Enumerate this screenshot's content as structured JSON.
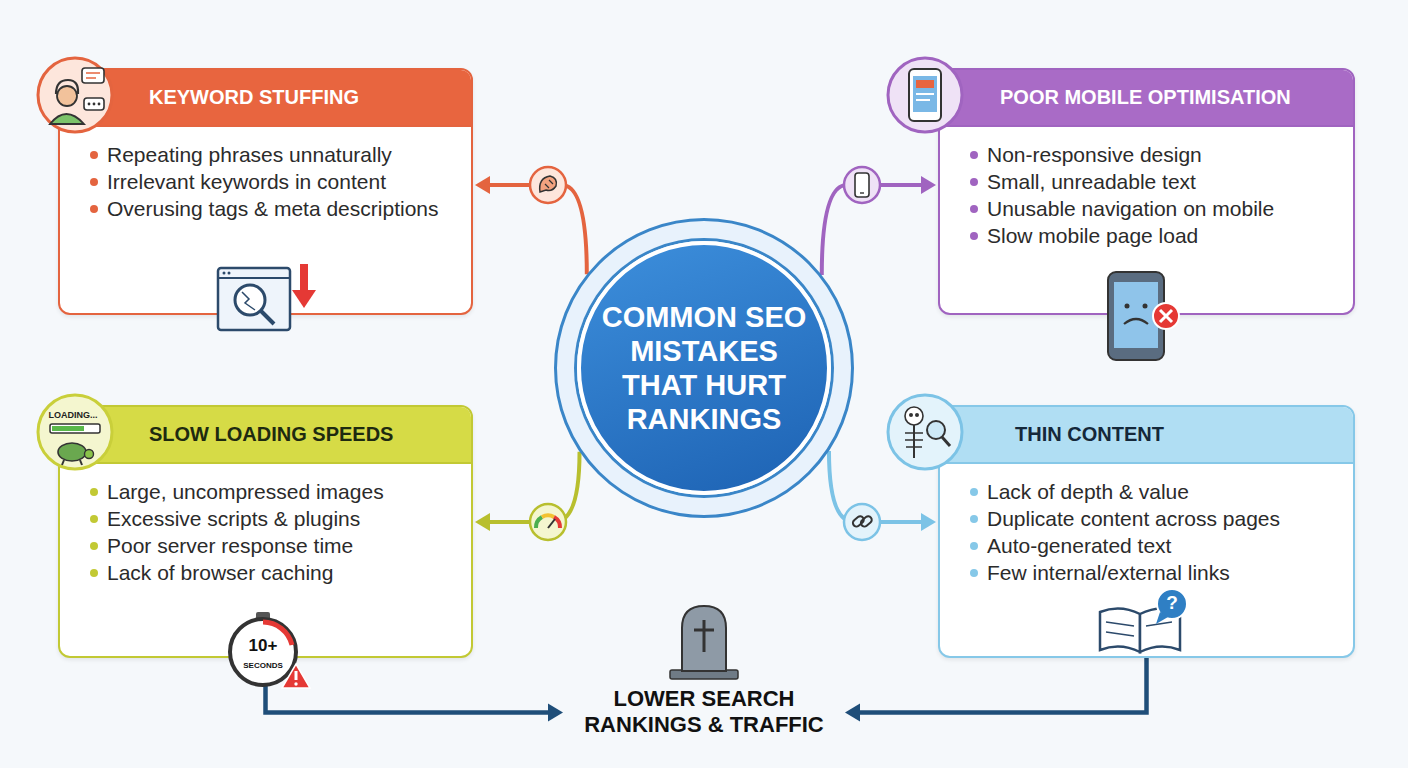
{
  "diagram": {
    "nodes": [
      {
        "text": [
          "KEYWORD STUFFING",
          "Repeating phrases unnaturally",
          "Irrelevant keywords in content",
          "Overusing tags & meta descriptions"
        ]
      },
      {
        "text": [
          "POOR MOBILE OPTIMISATION",
          "Non-responsive design",
          "Small, unreadable text",
          "Unusable navigation on mobile",
          "Slow mobile page load"
        ]
      },
      {
        "text": [
          "COMMON SEO MISTAKES THAT HURT RANKINGS"
        ]
      },
      {
        "text": [
          "SLOW LOADING SPEEDS",
          "Large, uncompressed images",
          "Excessive scripts & plugins",
          "Poor server response time",
          "Lack of browser caching"
        ]
      },
      {
        "text": [
          "THIN CONTENT",
          "Lack of depth & value",
          "Duplicate content across pages",
          "Auto-generated text",
          "Few internal/external links"
        ]
      },
      {
        "text": [
          "LOWER SEARCH RANKINGS & TRAFFIC"
        ]
      }
    ],
    "edges": [
      {
        "from": 2,
        "to": 0,
        "arrow": "to"
      },
      {
        "from": 2,
        "to": 1,
        "arrow": "to"
      },
      {
        "from": 2,
        "to": 3,
        "arrow": "to"
      },
      {
        "from": 2,
        "to": 4,
        "arrow": "to"
      },
      {
        "from": 3,
        "to": 5,
        "arrow": "to"
      },
      {
        "from": 4,
        "to": 5,
        "arrow": "to"
      }
    ],
    "labels": [
      "LOADING...",
      "10+",
      "SECONDS",
      "?"
    ]
  }
}
